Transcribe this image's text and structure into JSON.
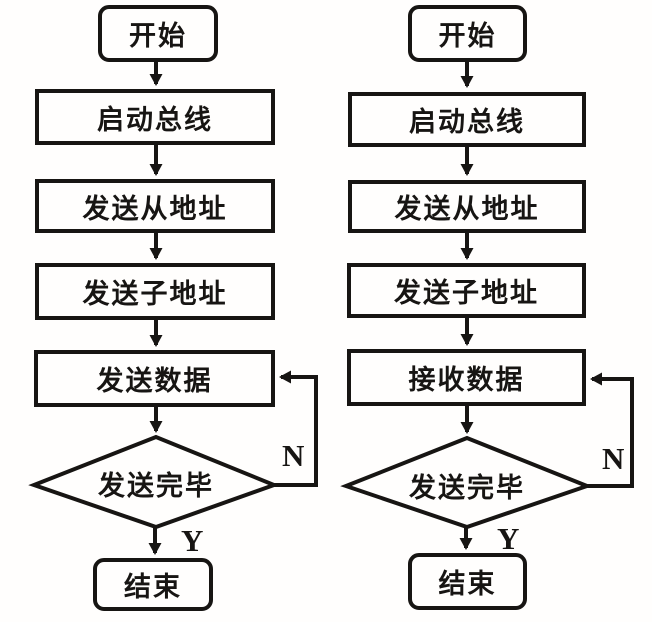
{
  "figure": {
    "background": "#fffefd",
    "line_color": "#171513"
  },
  "charts": {
    "left": {
      "start": "开始",
      "steps": [
        "启动总线",
        "发送从地址",
        "发送子地址",
        "发送数据"
      ],
      "decision": "发送完毕",
      "end": "结束",
      "no": "N",
      "yes": "Y"
    },
    "right": {
      "start": "开始",
      "steps": [
        "启动总线",
        "发送从地址",
        "发送子地址",
        "接收数据"
      ],
      "decision": "发送完毕",
      "end": "结束",
      "no": "N",
      "yes": "Y"
    }
  }
}
